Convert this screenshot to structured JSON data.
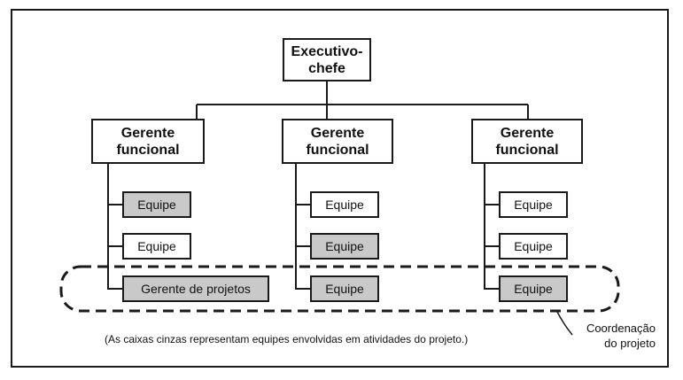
{
  "colors": {
    "involved": "#c9c9c9",
    "line": "#1a1a1a",
    "box": "#ffffff"
  },
  "executive": {
    "line1": "Executivo-",
    "line2": "chefe"
  },
  "managers": [
    {
      "line1": "Gerente",
      "line2": "funcional"
    },
    {
      "line1": "Gerente",
      "line2": "funcional"
    },
    {
      "line1": "Gerente",
      "line2": "funcional"
    }
  ],
  "columns": [
    {
      "teams": [
        {
          "label": "Equipe",
          "involved": true
        },
        {
          "label": "Equipe",
          "involved": false
        },
        {
          "label": "Gerente de projetos",
          "involved": true
        }
      ]
    },
    {
      "teams": [
        {
          "label": "Equipe",
          "involved": false
        },
        {
          "label": "Equipe",
          "involved": true
        },
        {
          "label": "Equipe",
          "involved": true
        }
      ]
    },
    {
      "teams": [
        {
          "label": "Equipe",
          "involved": false
        },
        {
          "label": "Equipe",
          "involved": false
        },
        {
          "label": "Equipe",
          "involved": true
        }
      ]
    }
  ],
  "coordination": {
    "line1": "Coordenação",
    "line2": "do projeto"
  },
  "footnote": "(As caixas cinzas representam equipes envolvidas em atividades do projeto.)"
}
